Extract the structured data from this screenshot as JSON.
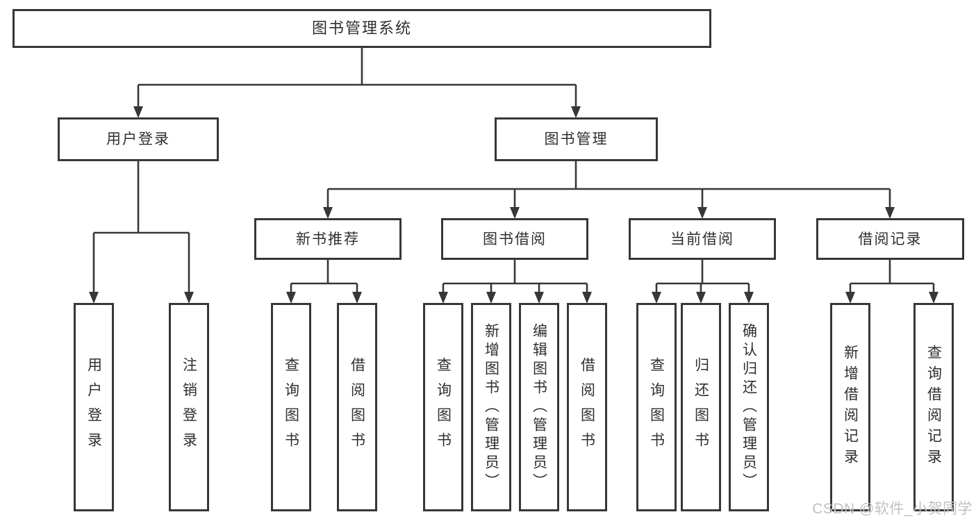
{
  "diagram_title": "图书管理系统",
  "watermark": "CSDN @软件_小贺同学",
  "colors": {
    "background": "#ffffff",
    "line": "#373737",
    "border": "#373737",
    "text": "#2f2f2f",
    "watermark": "#c5c0c0"
  },
  "nodes": {
    "root": "图书管理系统",
    "user_login": "用户登录",
    "book_mgmt": "图书管理",
    "new_books": "新书推荐",
    "book_borrow": "图书借阅",
    "current_borrow": "当前借阅",
    "borrow_records": "借阅记录"
  },
  "leaves": {
    "user_login": [
      "用户登录",
      "注销登录"
    ],
    "new_books": [
      "查询图书",
      "借阅图书"
    ],
    "book_borrow": [
      "查询图书",
      "新增图书（管理员）",
      "编辑图书（管理员）",
      "借阅图书"
    ],
    "current_borrow": [
      "查询图书",
      "归还图书",
      "确认归还（管理员）"
    ],
    "borrow_records": [
      "新增借阅记录",
      "查询借阅记录"
    ]
  }
}
